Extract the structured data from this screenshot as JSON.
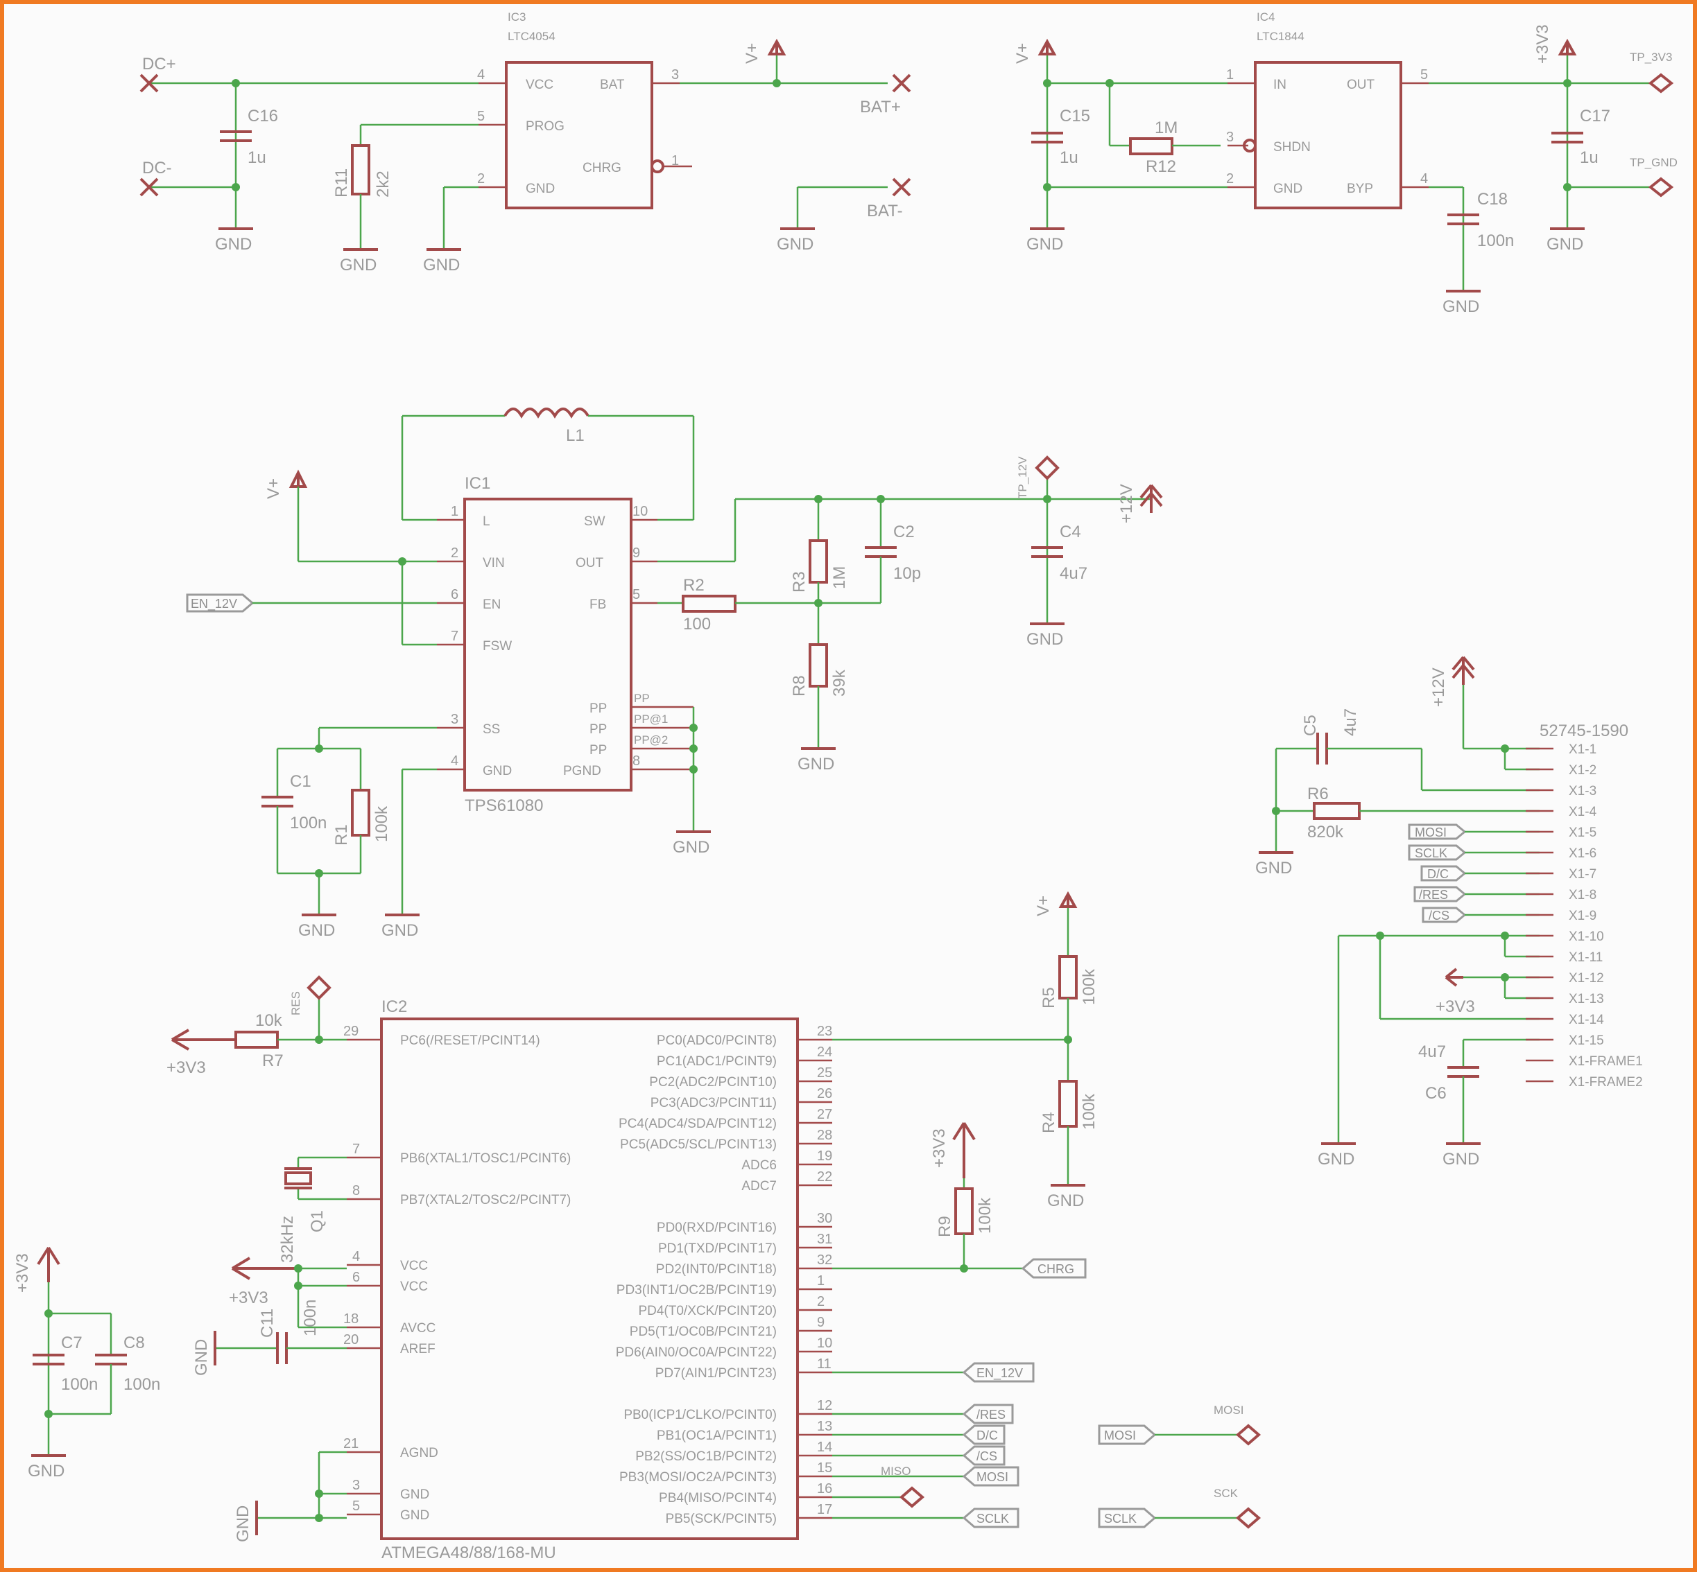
{
  "colors": {
    "border": "#f07a22",
    "symbol": "#a24a4a",
    "wire": "#4ca64c",
    "text": "#9a9a9a"
  },
  "ic3": {
    "ref": "IC3",
    "part": "LTC4054",
    "pins": [
      "VCC",
      "BAT",
      "PROG",
      "CHRG",
      "GND"
    ],
    "nums": [
      "4",
      "3",
      "5",
      "1",
      "2"
    ]
  },
  "ic4": {
    "ref": "IC4",
    "part": "LTC1844",
    "pins": [
      "IN",
      "OUT",
      "SHDN",
      "GND",
      "BYP"
    ],
    "nums": [
      "1",
      "5",
      "3",
      "2",
      "4"
    ]
  },
  "ic1": {
    "ref": "IC1",
    "part": "TPS61080",
    "left_pins": [
      "L",
      "VIN",
      "EN",
      "FSW",
      "SS",
      "GND"
    ],
    "left_nums": [
      "1",
      "2",
      "6",
      "7",
      "3",
      "4"
    ],
    "right_pins": [
      "SW",
      "OUT",
      "FB",
      "PP",
      "PP",
      "PP",
      "PGND"
    ],
    "right_nums": [
      "10",
      "9",
      "5",
      "8"
    ],
    "pp_labels": [
      "PP",
      "PP@1",
      "PP@2"
    ]
  },
  "ic2": {
    "ref": "IC2",
    "part": "ATMEGA48/88/168-MU",
    "left_pins": [
      "PC6(/RESET/PCINT14)",
      "PB6(XTAL1/TOSC1/PCINT6)",
      "PB7(XTAL2/TOSC2/PCINT7)",
      "VCC",
      "VCC",
      "AVCC",
      "AREF",
      "AGND",
      "GND",
      "GND"
    ],
    "left_nums": [
      "29",
      "7",
      "8",
      "4",
      "6",
      "18",
      "20",
      "21",
      "3",
      "5"
    ],
    "right_pins": [
      "PC0(ADC0/PCINT8)",
      "PC1(ADC1/PCINT9)",
      "PC2(ADC2/PCINT10)",
      "PC3(ADC3/PCINT11)",
      "PC4(ADC4/SDA/PCINT12)",
      "PC5(ADC5/SCL/PCINT13)",
      "ADC6",
      "ADC7",
      "PD0(RXD/PCINT16)",
      "PD1(TXD/PCINT17)",
      "PD2(INT0/PCINT18)",
      "PD3(INT1/OC2B/PCINT19)",
      "PD4(T0/XCK/PCINT20)",
      "PD5(T1/OC0B/PCINT21)",
      "PD6(AIN0/OC0A/PCINT22)",
      "PD7(AIN1/PCINT23)",
      "PB0(ICP1/CLKO/PCINT0)",
      "PB1(OC1A/PCINT1)",
      "PB2(SS/OC1B/PCINT2)",
      "PB3(MOSI/OC2A/PCINT3)",
      "PB4(MISO/PCINT4)",
      "PB5(SCK/PCINT5)"
    ],
    "right_nums": [
      "23",
      "24",
      "25",
      "26",
      "27",
      "28",
      "19",
      "22",
      "30",
      "31",
      "32",
      "1",
      "2",
      "9",
      "10",
      "11",
      "12",
      "13",
      "14",
      "15",
      "16",
      "17"
    ]
  },
  "connector": {
    "part": "52745-1590",
    "pins": [
      "X1-1",
      "X1-2",
      "X1-3",
      "X1-4",
      "X1-5",
      "X1-6",
      "X1-7",
      "X1-8",
      "X1-9",
      "X1-10",
      "X1-11",
      "X1-12",
      "X1-13",
      "X1-14",
      "X1-15",
      "X1-FRAME1",
      "X1-FRAME2"
    ]
  },
  "labels": {
    "gnd": "GND",
    "vplus": "V+",
    "v33": "+3V3",
    "v12": "+12V",
    "dcp": "DC+",
    "dcm": "DC-",
    "batp": "BAT+",
    "batm": "BAT-",
    "tp33": "TP_3V3",
    "tpgnd": "TP_GND",
    "tp12": "TP_12V",
    "res": "RES",
    "miso": "MISO",
    "mosi": "MOSI",
    "sck": "SCK",
    "en12": "EN_12V",
    "chrg": "CHRG",
    "nres": "/RES",
    "dc": "D/C",
    "cs": "/CS",
    "sclk": "SCLK"
  },
  "components": {
    "c16": [
      "C16",
      "1u"
    ],
    "r11": [
      "R11",
      "2k2"
    ],
    "c15": [
      "C15",
      "1u"
    ],
    "r12": [
      "R12",
      "1M"
    ],
    "c17": [
      "C17",
      "1u"
    ],
    "c18": [
      "C18",
      "100n"
    ],
    "l1": [
      "L1"
    ],
    "c2": [
      "C2",
      "10p"
    ],
    "r2": [
      "R2",
      "100"
    ],
    "r3": [
      "R3",
      "1M"
    ],
    "r8": [
      "R8",
      "39k"
    ],
    "c4": [
      "C4",
      "4u7"
    ],
    "c1": [
      "C1",
      "100n"
    ],
    "r1": [
      "R1",
      "100k"
    ],
    "c5": [
      "C5",
      "4u7"
    ],
    "r6": [
      "R6",
      "820k"
    ],
    "c6": [
      "C6",
      "4u7"
    ],
    "r7": [
      "R7",
      "10k"
    ],
    "q1": [
      "Q1",
      "32kHz"
    ],
    "c11": [
      "C11",
      "100n"
    ],
    "c7": [
      "C7",
      "100n"
    ],
    "c8": [
      "C8",
      "100n"
    ],
    "r5": [
      "R5",
      "100k"
    ],
    "r4": [
      "R4",
      "100k"
    ],
    "r9": [
      "R9",
      "100k"
    ]
  }
}
